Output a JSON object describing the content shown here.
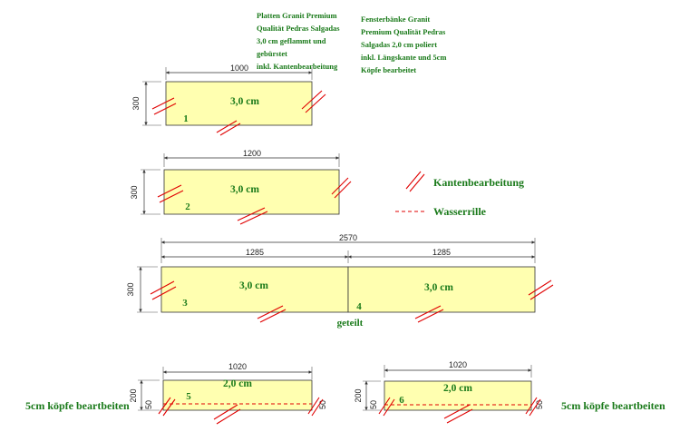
{
  "notes": {
    "platten": "Platten Granit Premium\nQualität Pedras Salgadas\n3,0 cm geflammt und\ngebürstet\ninkl. Kantenbearbeitung",
    "fensterbaenke": "Fensterbänke Granit\nPremium Qualität Pedras\nSalgadas 2,0 cm poliert\ninkl. Längskante und 5cm\nKöpfe bearbeitet"
  },
  "legend": {
    "kanten": "Kantenbearbeitung",
    "wasser": "Wasserrille"
  },
  "colors": {
    "slab_fill": "#ffffb0",
    "edge_marks": "#e00000",
    "label_green": "#1a7a1a"
  },
  "pieces": [
    {
      "id": "1",
      "length": "1000",
      "width": "300",
      "thickness": "3,0 cm"
    },
    {
      "id": "2",
      "length": "1200",
      "width": "300",
      "thickness": "3,0 cm"
    },
    {
      "id": "3",
      "length": "1285",
      "width": "300",
      "thickness": "3,0 cm"
    },
    {
      "id": "4",
      "length": "1285",
      "thickness": "3,0 cm"
    },
    {
      "id": "5",
      "length": "1020",
      "width": "200",
      "thickness": "2,0 cm",
      "end_depth": "50",
      "note": "5cm köpfe beartbeiten"
    },
    {
      "id": "6",
      "length": "1020",
      "width": "200",
      "thickness": "2,0 cm",
      "end_depth": "50",
      "note": "5cm köpfe beartbeiten"
    }
  ],
  "combined": {
    "total_length": "2570",
    "label": "geteilt"
  }
}
